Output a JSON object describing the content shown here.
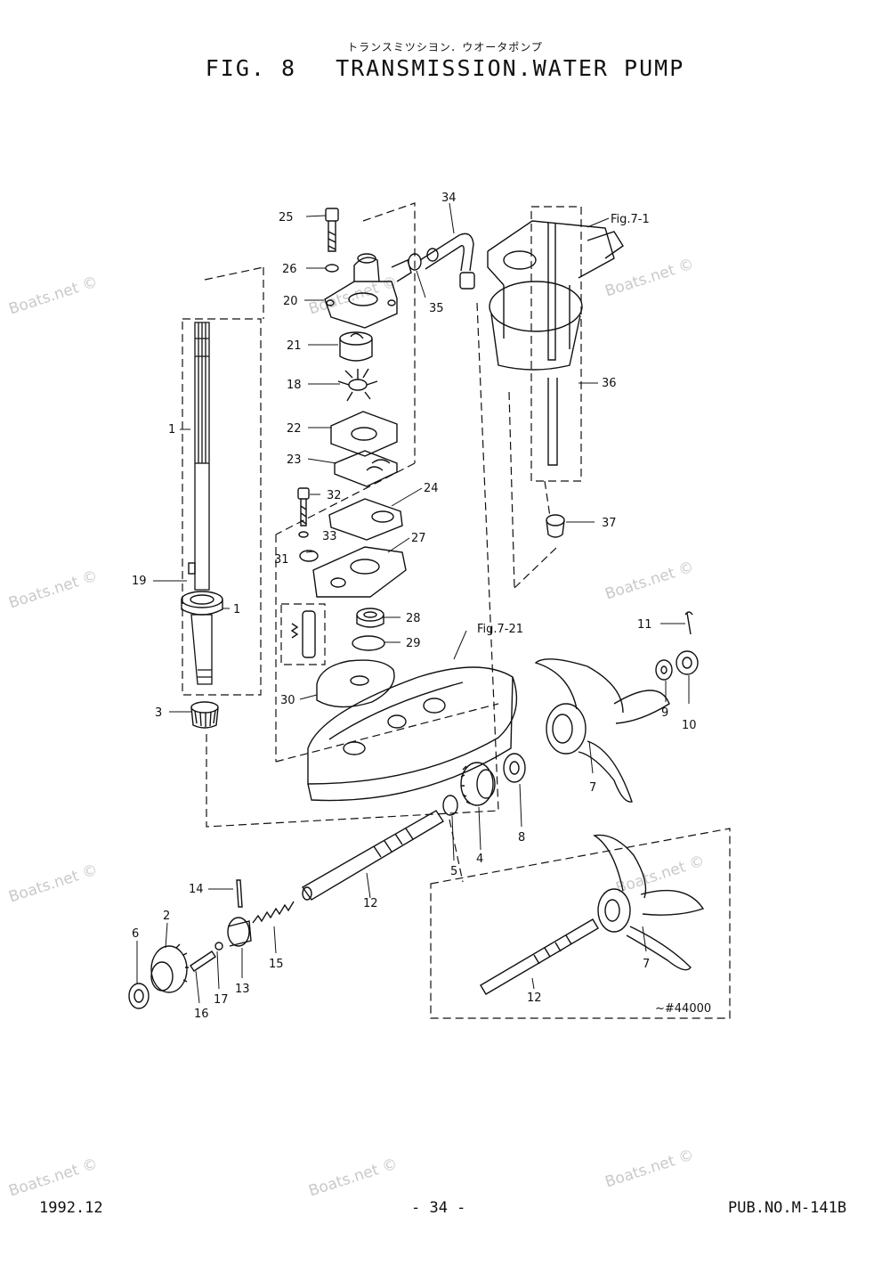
{
  "header": {
    "title_jp": "トランスミツシヨン．ウオータポンプ",
    "fig_label": "FIG.  8",
    "title": "TRANSMISSION.WATER PUMP"
  },
  "footer": {
    "date": "1992.12",
    "page": "- 34 -",
    "pub_no": "PUB.NO.M-141B"
  },
  "watermark": "Boats.net ©",
  "references": {
    "fig7_1": "Fig.7-1",
    "fig7_21": "Fig.7-21",
    "serial": "~#44000"
  },
  "callouts": {
    "p1": "1",
    "p1b": "1",
    "p2": "2",
    "p3": "3",
    "p4": "4",
    "p5": "5",
    "p6": "6",
    "p7": "7",
    "p7b": "7",
    "p8": "8",
    "p9": "9",
    "p10": "10",
    "p11": "11",
    "p12": "12",
    "p12b": "12",
    "p13": "13",
    "p14": "14",
    "p15": "15",
    "p16": "16",
    "p17": "17",
    "p18": "18",
    "p19": "19",
    "p20": "20",
    "p21": "21",
    "p22": "22",
    "p23": "23",
    "p24": "24",
    "p25": "25",
    "p26": "26",
    "p27": "27",
    "p28": "28",
    "p29": "29",
    "p30": "30",
    "p31": "31",
    "p32": "32",
    "p33": "33",
    "p34": "34",
    "p35": "35",
    "p36": "36",
    "p37": "37"
  }
}
